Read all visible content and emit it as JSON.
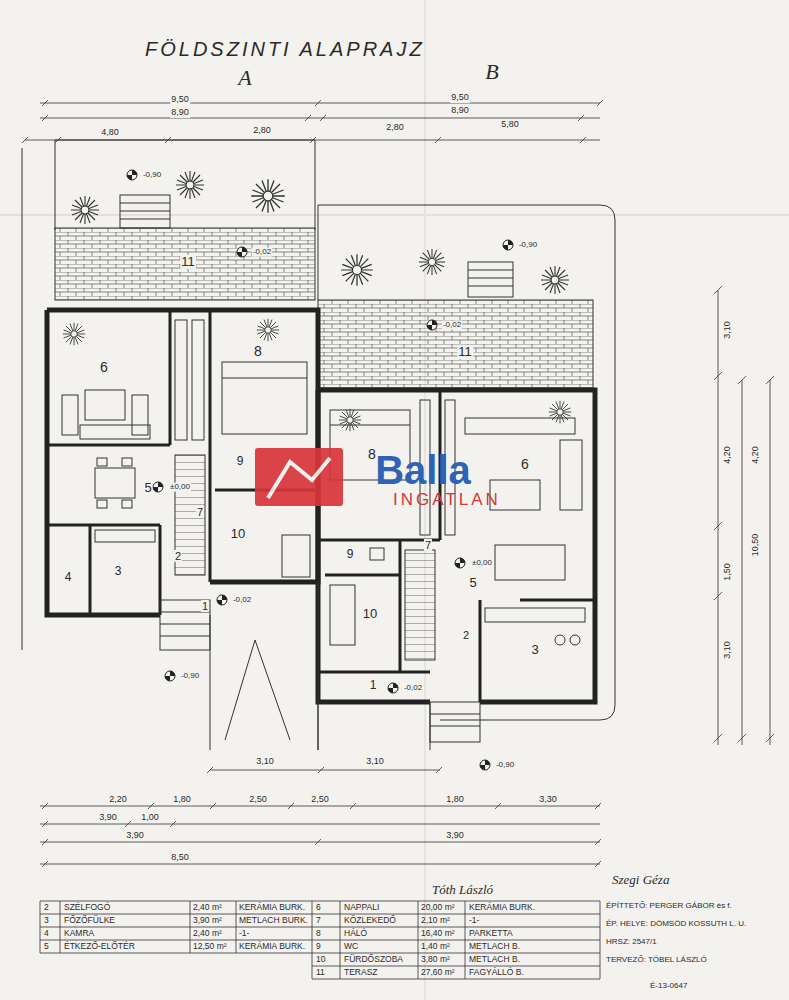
{
  "diagram": {
    "title": "FÖLDSZINTI ALAPRAJZ",
    "labels": [
      "A",
      "B",
      "9,50",
      "9,50",
      "8,90",
      "8,90",
      "4,80",
      "2,80",
      "2,80",
      "5,80",
      "-0,90",
      "-0,02",
      "-0,90",
      "-0,02",
      "±0,00",
      "±0,00",
      "-0,02",
      "-0,90",
      "-0,02",
      "-0,90",
      "11",
      "11",
      "6",
      "8",
      "5",
      "10",
      "4",
      "3",
      "2",
      "1",
      "9",
      "7",
      "8",
      "6",
      "9",
      "7",
      "10",
      "5",
      "2",
      "3",
      "1",
      "3,10",
      "4,20",
      "4,20",
      "10,50",
      "1,50",
      "3,10",
      "3,90",
      "1,00",
      "3,10",
      "3,10",
      "2,20",
      "1,80",
      "2,50",
      "2,50",
      "1,80",
      "3,30",
      "3,90",
      "3,90",
      "8,50",
      "2",
      "SZÉLFOGÓ",
      "2,40 m²",
      "KERÁMIA BURK.",
      "3",
      "FŐZŐFÜLKE",
      "3,90 m²",
      "METLACH BURK.",
      "4",
      "KAMRA",
      "2,40 m²",
      "-1-",
      "5",
      "ÉTKEZŐ-ELŐTÉR",
      "12,50 m²",
      "KERÁMIA BURK.",
      "6",
      "NAPPALI",
      "20,00 m²",
      "KERÁMIA BURK.",
      "7",
      "KÖZLEKEDŐ",
      "2,10 m²",
      "-1-",
      "8",
      "HÁLÓ",
      "16,40 m²",
      "PARKETTA",
      "9",
      "WC",
      "1,40 m²",
      "METLACH B.",
      "10",
      "FÜRDŐSZOBA",
      "3,80 m²",
      "METLACH B.",
      "11",
      "TERASZ",
      "27,60 m²",
      "FAGYÁLLÓ B.",
      "Tóth László",
      "Szegi Géza",
      "ÉPÍTTETŐ: PERGER GÁBOR és f.",
      "ÉP. HELYE: DÖMSÖD KOSSUTH L. U.",
      "HRSZ: 2547/1",
      "TERVEZŐ: TÓBEL LÁSZLÓ",
      "É-13-0647",
      "Balla",
      "INGATLAN"
    ]
  }
}
